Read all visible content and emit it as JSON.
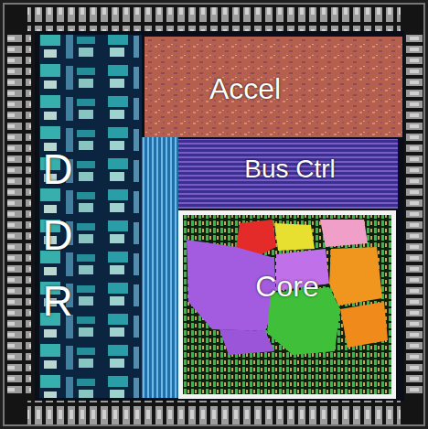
{
  "diagram": {
    "nodes": [
      {
        "text": [
          "DDR"
        ]
      },
      {
        "text": [
          "Accel"
        ]
      },
      {
        "text": [
          "Bus Ctrl"
        ]
      },
      {
        "text": [
          "Core"
        ]
      }
    ]
  }
}
